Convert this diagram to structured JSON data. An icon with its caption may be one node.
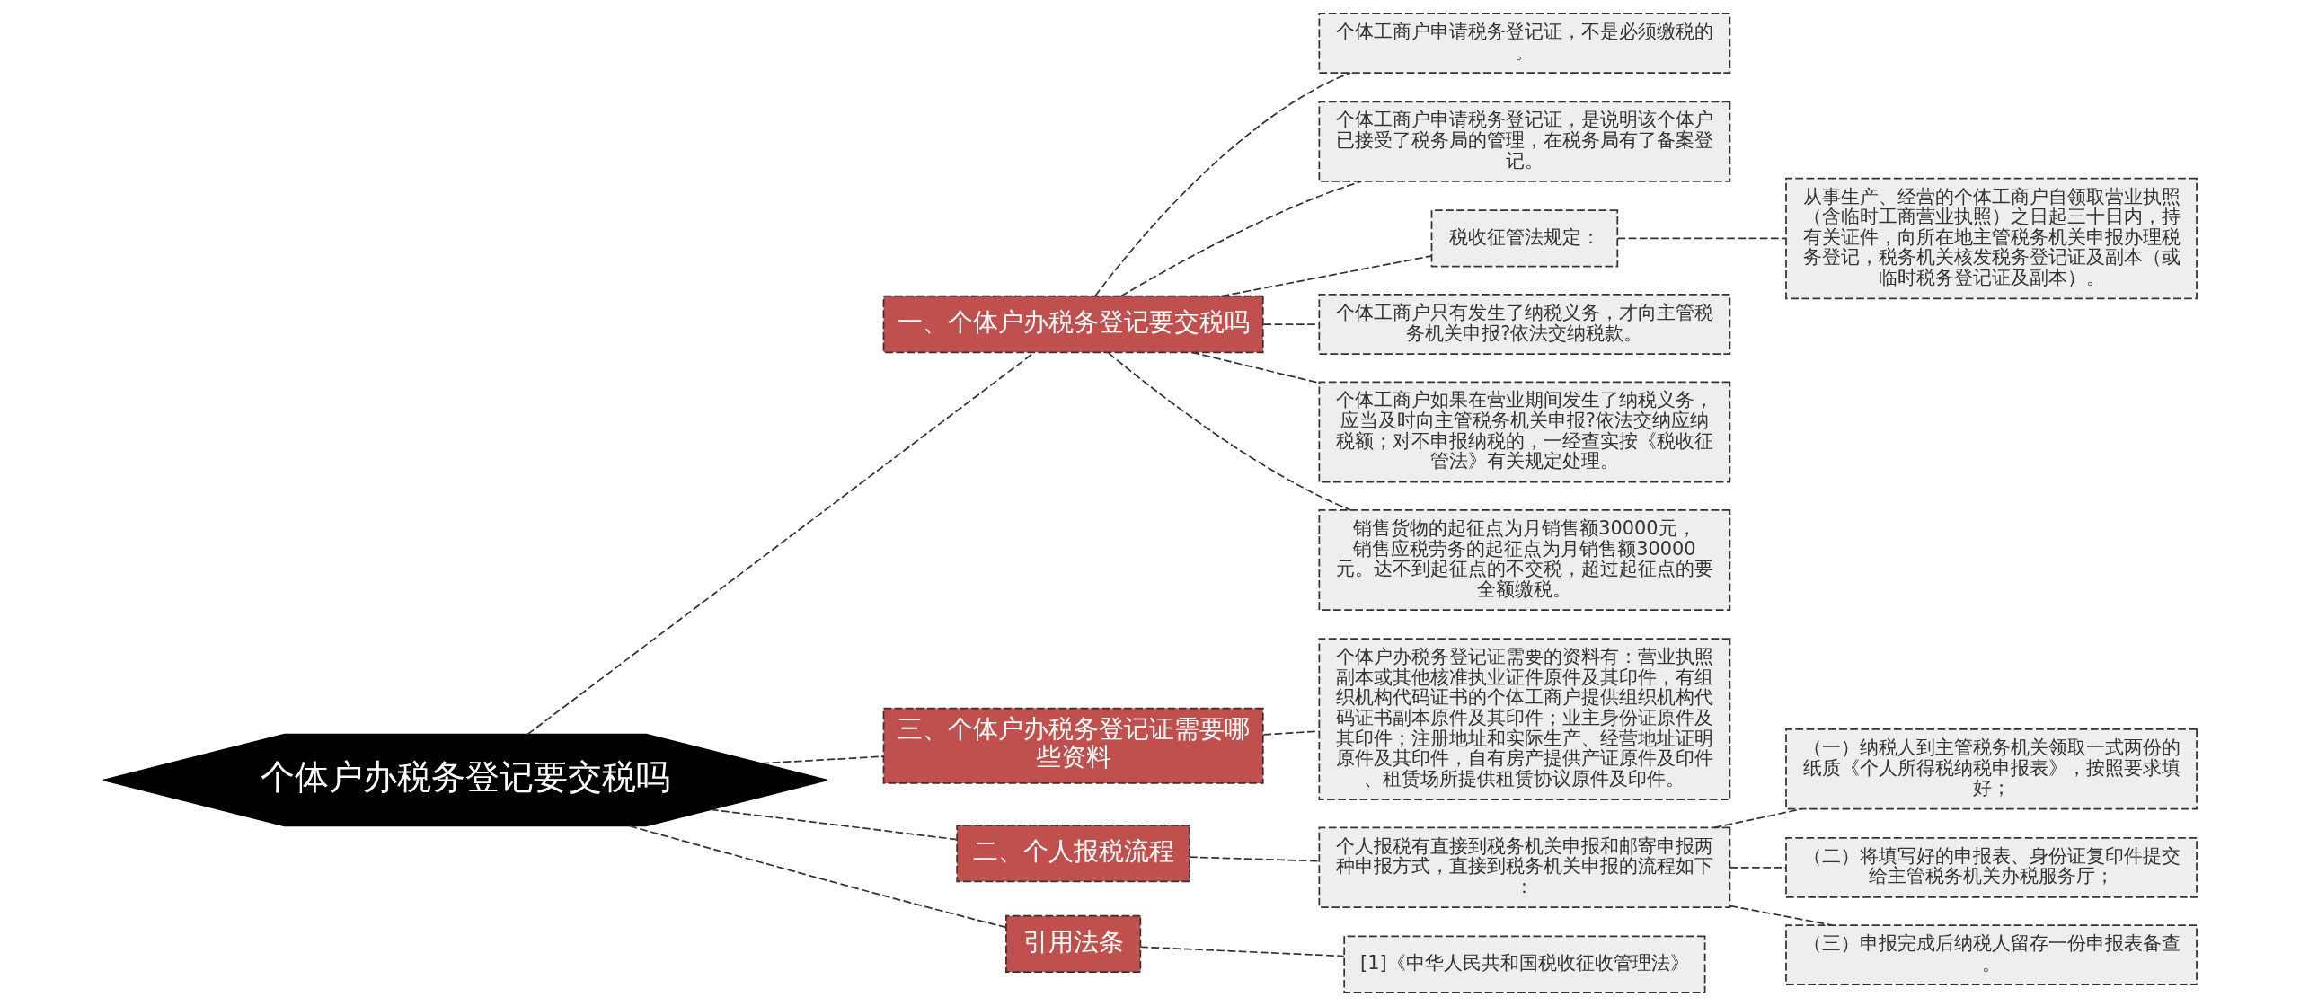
{
  "diagram": {
    "nodes": [
      {
        "text": [
          "个体户办税务登记要交税吗"
        ]
      },
      {
        "text": [
          "一、个体户办税务登记要交税吗"
        ]
      },
      {
        "text": [
          "个体工商户申请税务登记证，不是必须缴税的。"
        ]
      },
      {
        "text": [
          "个体工商户申请税务登记证，是说明该个体户已接受了税务局的管理，在税务局有了备案登记。"
        ]
      },
      {
        "text": [
          "税收征管法规定："
        ]
      },
      {
        "text": [
          "从事生产、经营的个体工商户自领取营业执照（含临时工商营业执照）之日起三十日内，持有关证件，向所在地主管税务机关申报办理税务登记，税务机关核发税务登记证及副本（或临时税务登记证及副本）。"
        ]
      },
      {
        "text": [
          "个体工商户只有发生了纳税义务，才向主管税务机关申报?依法交纳税款。"
        ]
      },
      {
        "text": [
          "个体工商户如果在营业期间发生了纳税义务，应当及时向主管税务机关申报?依法交纳应纳税额；对不申报纳税的，一经查实按《税收征管法》有关规定处理。"
        ]
      },
      {
        "text": [
          "销售货物的起征点为月销售额30000元，销售应税劳务的起征点为月销售额30000元。达不到起征点的不交税，超过起征点的要全额缴税。"
        ]
      },
      {
        "text": [
          "三、个体户办税务登记证需要哪些资料"
        ]
      },
      {
        "text": [
          "个体户办税务登记证需要的资料有：营业执照副本或其他核准执业证件原件及其印件，有组织机构代码证书的个体工商户提供组织机构代码证书副本原件及其印件；业主身份证原件及其印件；注册地址和实际生产、经营地址证明原件及其印件，自有房产提供产证原件及印件、租赁场所提供租赁协议原件及印件。"
        ]
      },
      {
        "text": [
          "二、个人报税流程"
        ]
      },
      {
        "text": [
          "个人报税有直接到税务机关申报和邮寄申报两种申报方式，直接到税务机关申报的流程如下："
        ]
      },
      {
        "text": [
          "（一）纳税人到主管税务机关领取一式两份的纸质《个人所得税纳税申报表》，按照要求填好；"
        ]
      },
      {
        "text": [
          "（二）将填写好的申报表、身份证复印件提交给主管税务机关办税服务厅；"
        ]
      },
      {
        "text": [
          "（三）申报完成后纳税人留存一份申报表备查。"
        ]
      },
      {
        "text": [
          "引用法条"
        ]
      },
      {
        "text": [
          "[1]《中华人民共和国税收征收管理法》"
        ]
      }
    ],
    "edges": [
      {
        "from": 0,
        "to": 1,
        "arrow": "none",
        "style": "dashed"
      },
      {
        "from": 1,
        "to": 2,
        "arrow": "none",
        "style": "dashed"
      },
      {
        "from": 1,
        "to": 3,
        "arrow": "none",
        "style": "dashed"
      },
      {
        "from": 1,
        "to": 4,
        "arrow": "none",
        "style": "dashed"
      },
      {
        "from": 4,
        "to": 5,
        "arrow": "none",
        "style": "dashed"
      },
      {
        "from": 1,
        "to": 6,
        "arrow": "none",
        "style": "dashed"
      },
      {
        "from": 1,
        "to": 7,
        "arrow": "none",
        "style": "dashed"
      },
      {
        "from": 1,
        "to": 8,
        "arrow": "none",
        "style": "dashed"
      },
      {
        "from": 0,
        "to": 9,
        "arrow": "none",
        "style": "dashed"
      },
      {
        "from": 9,
        "to": 10,
        "arrow": "none",
        "style": "dashed"
      },
      {
        "from": 0,
        "to": 11,
        "arrow": "none",
        "style": "dashed"
      },
      {
        "from": 11,
        "to": 12,
        "arrow": "none",
        "style": "dashed"
      },
      {
        "from": 12,
        "to": 13,
        "arrow": "none",
        "style": "dashed"
      },
      {
        "from": 12,
        "to": 14,
        "arrow": "none",
        "style": "dashed"
      },
      {
        "from": 12,
        "to": 15,
        "arrow": "none",
        "style": "dashed"
      },
      {
        "from": 0,
        "to": 16,
        "arrow": "none",
        "style": "dashed"
      },
      {
        "from": 16,
        "to": 17,
        "arrow": "none",
        "style": "dashed"
      }
    ]
  }
}
